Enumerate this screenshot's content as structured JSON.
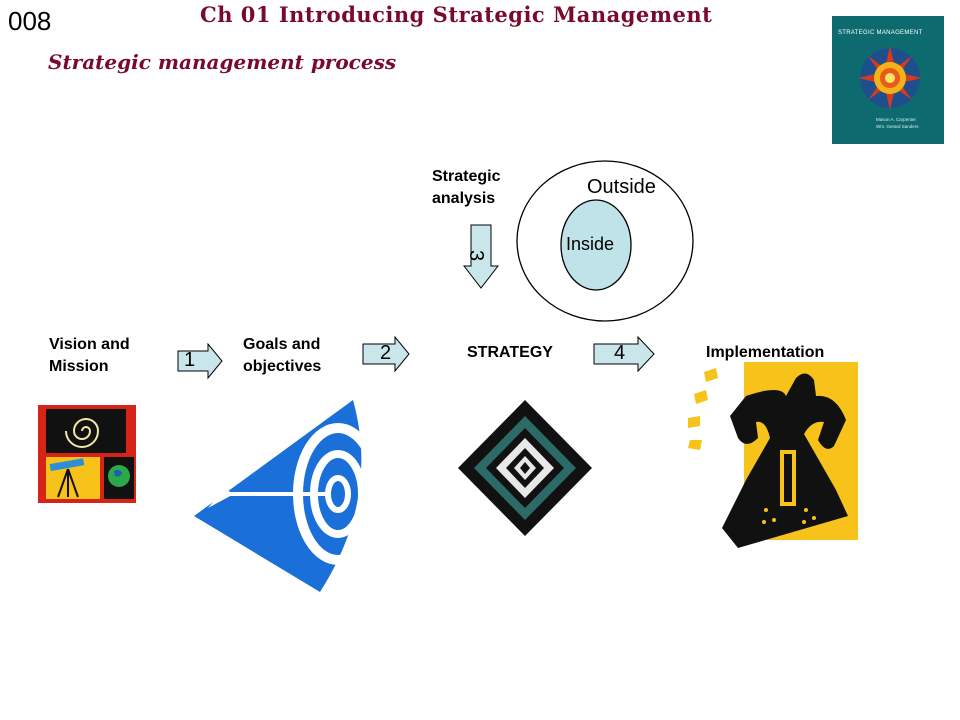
{
  "slide": {
    "number": "008",
    "chapter_title": "Ch 01  Introducing Strategic Management",
    "subtitle": "Strategic management process"
  },
  "book_cover": {
    "title": "STRATEGIC MANAGEMENT",
    "authors": [
      "Mason A. Carpenter",
      "Wm. Gerard Sanders"
    ]
  },
  "process": {
    "steps": [
      {
        "line1": "Vision and",
        "line2": "Mission"
      },
      {
        "line1": "Goals and",
        "line2": "objectives"
      },
      {
        "line1": "STRATEGY"
      },
      {
        "line1": "Implementation"
      }
    ],
    "analysis": {
      "line1": "Strategic",
      "line2": "analysis"
    },
    "arrow_numbers": [
      "1",
      "2",
      "3",
      "4"
    ],
    "environment": {
      "outside": "Outside",
      "inside": "Inside"
    }
  },
  "colors": {
    "title": "#7a0a2a",
    "arrow_fill": "#c9e6ea",
    "inside_fill": "#bfe3e8",
    "target_blue": "#1a6fd8",
    "implementation_yellow": "#f7c21a"
  }
}
